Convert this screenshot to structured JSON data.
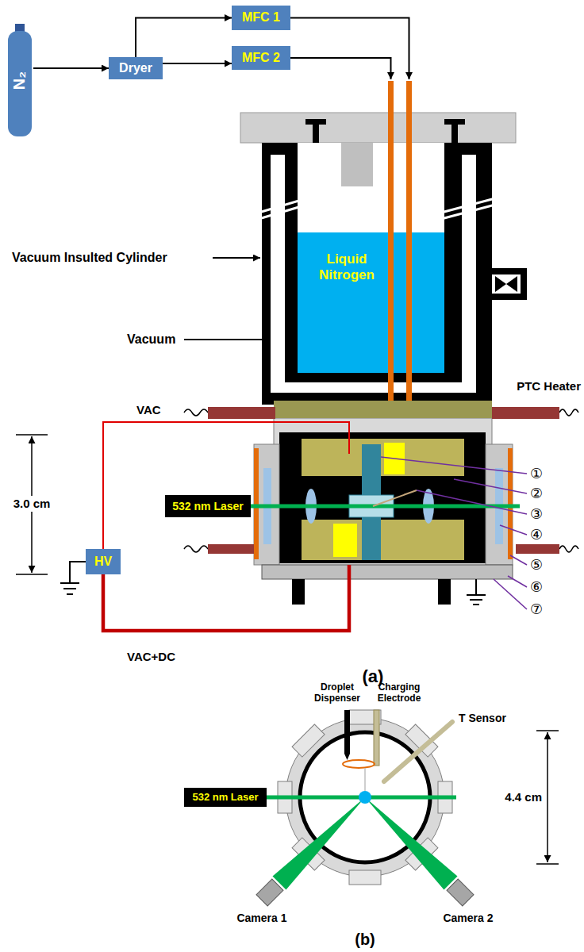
{
  "diagram": {
    "nodes": [
      {
        "text": [
          "N₂"
        ]
      },
      {
        "text": [
          "Dryer"
        ]
      },
      {
        "text": [
          "MFC 1"
        ]
      },
      {
        "text": [
          "MFC 2"
        ]
      },
      {
        "text": [
          "Liquid Nitrogen"
        ]
      },
      {
        "text": [
          "532 nm Laser"
        ]
      },
      {
        "text": [
          "HV"
        ]
      },
      {
        "text": [
          "532 nm Laser"
        ]
      }
    ],
    "edges": [
      {
        "from": 0,
        "to": 1,
        "arrow": "to"
      },
      {
        "from": 1,
        "to": 2,
        "arrow": "to"
      },
      {
        "from": 1,
        "to": 3,
        "arrow": "to"
      }
    ],
    "labels": [
      "Vacuum Insulted Cylinder",
      "Vacuum",
      "PTC Heater",
      "VAC",
      "3.0 cm",
      "VAC+DC",
      "①",
      "②",
      "③",
      "④",
      "⑤",
      "⑥",
      "⑦",
      "(a)",
      "Droplet Dispenser",
      "Charging Electrode",
      "T Sensor",
      "4.4 cm",
      "Camera 1",
      "Camera 2",
      "(b)"
    ]
  }
}
